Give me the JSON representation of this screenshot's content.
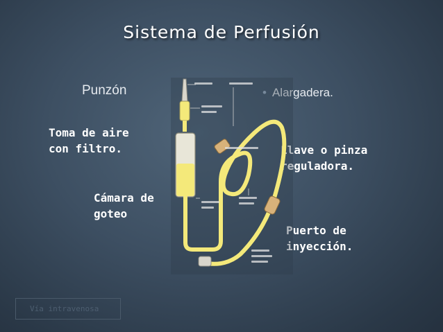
{
  "slide": {
    "title": "Sistema de Perfusión",
    "labels": {
      "punzon": "Punzón",
      "alargadera": "Alargadera.",
      "toma_aire": "Toma de aire\ncon filtro.",
      "llave": "Llave o pinza\nreguladora.",
      "camara": "Cámara de\ngoteo",
      "puerto": "Puerto de\ninyección."
    },
    "footer": "Vía intravenosa"
  },
  "colors": {
    "background": "#3d4f62",
    "tube": "#f4e97a",
    "text": "#ffffff"
  }
}
